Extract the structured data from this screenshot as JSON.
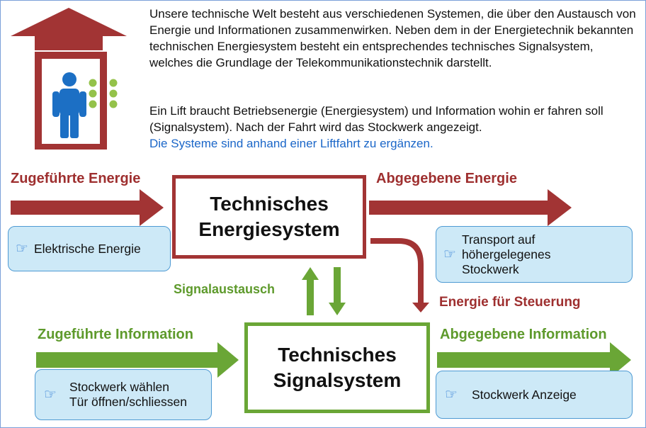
{
  "intro": {
    "p1": "Unsere technische Welt besteht aus verschiedenen Systemen, die über den Austausch von Energie und Informationen zusammenwirken. Neben dem in der Energietechnik bekannten technischen Energiesystem besteht ein entsprechendes technisches Signalsystem, welches die Grundlage der Telekommunikationstechnik darstellt.",
    "p2": "Ein Lift braucht Betriebsenergie (Energiesystem) und Information wohin er fahren soll (Signalsystem). Nach der Fahrt wird das Stockwerk angezeigt.",
    "p3": "Die Systeme sind anhand einer Liftfahrt zu ergänzen."
  },
  "energy_system": {
    "line1": "Technisches",
    "line2": "Energiesystem"
  },
  "signal_system": {
    "line1": "Technisches",
    "line2": "Signalsystem"
  },
  "labels": {
    "supplied_energy": "Zugeführte Energie",
    "delivered_energy": "Abgegebene Energie",
    "signal_exchange": "Signalaustausch",
    "control_energy": "Energie für Steuerung",
    "supplied_info": "Zugeführte Information",
    "delivered_info": "Abgegebene Information"
  },
  "notes": {
    "supplied_energy": "Elektrische Energie",
    "delivered_energy_l1": "Transport auf",
    "delivered_energy_l2": "höhergelegenes",
    "delivered_energy_l3": "Stockwerk",
    "supplied_info_l1": "Stockwerk wählen",
    "supplied_info_l2": "Tür öffnen/schliessen",
    "delivered_info": "Stockwerk Anzeige"
  },
  "icons": {
    "hand": "☞"
  },
  "colors": {
    "energy": "#a23434",
    "signal": "#6aa636",
    "note_fill": "#cde9f7",
    "note_border": "#4e9ad3",
    "hint_text": "#1a66c8",
    "person": "#1c6fc4",
    "buttons": "#94c24a"
  }
}
